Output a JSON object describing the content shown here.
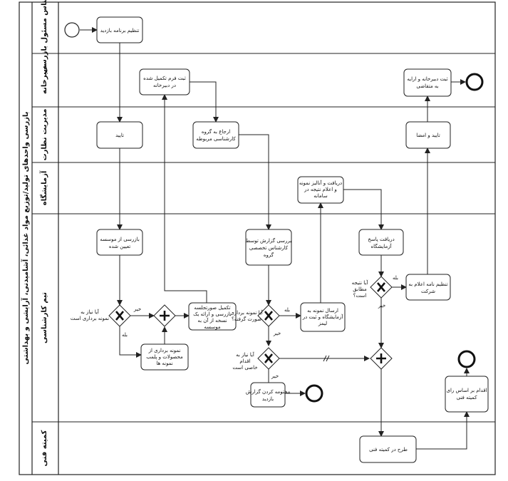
{
  "pool": {
    "label": "بازرسی واحدهای تولید/توزیع مواد غذائی، آشامیدنی، آرایشی و بهداشتی"
  },
  "lanes": [
    {
      "id": "l1",
      "label": "کارشناس مسئول بازرسی"
    },
    {
      "id": "l2",
      "label": "دبیرخانه"
    },
    {
      "id": "l3",
      "label": "مدیریت نظارت"
    },
    {
      "id": "l4",
      "label": "آزمایشگاه"
    },
    {
      "id": "l5",
      "label": "تیم کارشناسی"
    },
    {
      "id": "l6",
      "label": "کمیته فنی"
    }
  ],
  "tasks": {
    "t_plan": [
      "تنظیم برنامه بازدید"
    ],
    "t_submit_form": [
      "ثبت فرم تکمیل شده",
      "در دبیرخانه"
    ],
    "t_register_deliver": [
      "ثبت دبیرخانه و ارایه",
      "به متقاضی"
    ],
    "t_approve": [
      "تایید"
    ],
    "t_refer": [
      "ارجاع به گروه",
      "کارشناسی مربوطه"
    ],
    "t_confirm_sign": [
      "تایید و امضا"
    ],
    "t_receive_analyze": [
      "دریافت و آنالیز نمونه",
      "و اعلام نتیجه در",
      "سامانه"
    ],
    "t_inspect": [
      "بازرسی از موسسه",
      "تعیین شده"
    ],
    "t_receive_lab": [
      "دریافت پاسخ",
      "آزمایشگاه"
    ],
    "t_review_report": [
      "بررسی گزارش توسط",
      "کارشناس تخصصی",
      "گروه"
    ],
    "t_send_sample": [
      "ارسال نمونه به",
      "آزمایشگاه و ثبت در",
      "لیمز"
    ],
    "t_company_letter": [
      "تنظیم نامه اعلام به",
      "شرکت"
    ],
    "t_complete": [
      "تکمیل صورتجلسه",
      "بازرسی و ارائه یک",
      "نسخه از آن به",
      "موسسه"
    ],
    "t_sampling": [
      "نمونه برداری از",
      "محصولات و پلمب",
      "نمونه ها"
    ],
    "t_archive": [
      "مختومه کردن گزارش",
      "بازدید"
    ],
    "t_committee": [
      "طرح در کمیته فنی"
    ],
    "t_act_committee": [
      "اقدام بر اساس رای",
      "کمیته فنی"
    ]
  },
  "gateways": {
    "g_need_sample": [
      "آیا نیاز به",
      "نمونه برداری است"
    ],
    "g_sample_taken": [
      "آیا نمونه برداری",
      "صورت گرفته؟"
    ],
    "g_special_action": [
      "آیا نیاز به",
      "اقدام",
      "خاصی است"
    ],
    "g_result_match": [
      "آیا نتیجه",
      "مطابق",
      "است؟"
    ]
  },
  "flow_labels": {
    "yes": "بله",
    "no": "خیر"
  }
}
